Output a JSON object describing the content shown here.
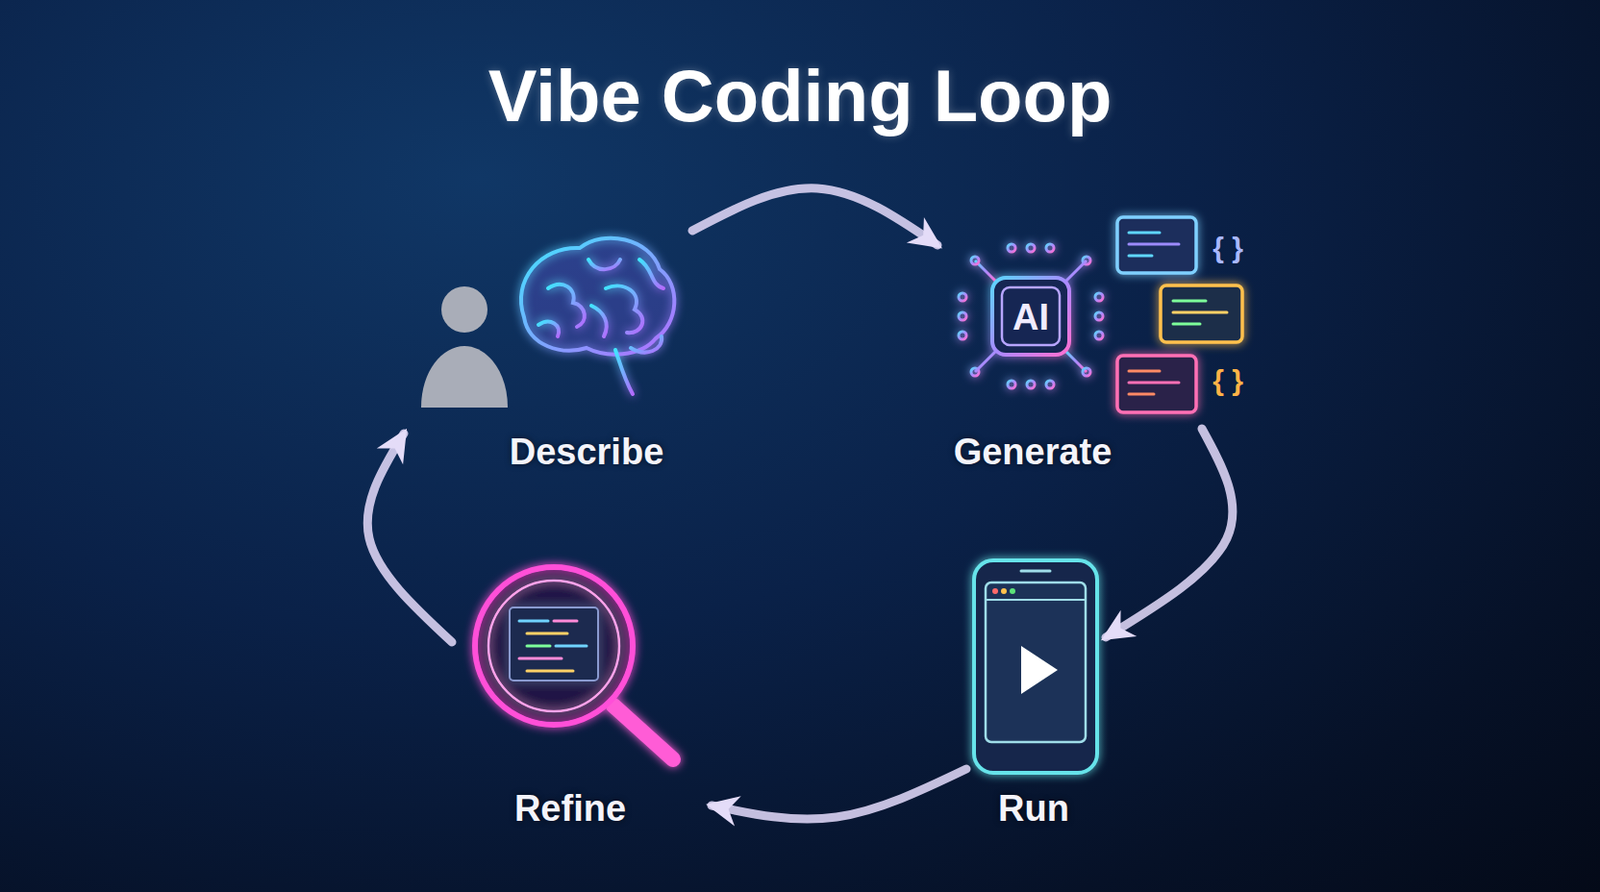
{
  "diagram": {
    "title": "Vibe Coding Loop",
    "nodes": [
      {
        "text": [
          "Describe"
        ]
      },
      {
        "text": [
          "Generate"
        ]
      },
      {
        "text": [
          "Run"
        ]
      },
      {
        "text": [
          "Refine"
        ]
      }
    ],
    "edges": [
      {
        "from": 0,
        "to": 1,
        "arrow": "to"
      },
      {
        "from": 1,
        "to": 2,
        "arrow": "to"
      },
      {
        "from": 2,
        "to": 3,
        "arrow": "to"
      },
      {
        "from": 3,
        "to": 0,
        "arrow": "to"
      }
    ],
    "labels": [
      "AI",
      "{ }",
      "{ }"
    ]
  }
}
